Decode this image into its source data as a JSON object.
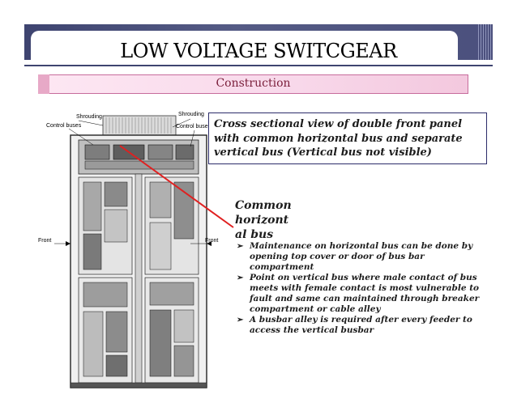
{
  "title": "LOW VOLTAGE SWITCGEAR",
  "subtitle": "Construction",
  "description": "Cross sectional view of double front panel with common horizontal bus and separate vertical bus (Vertical bus not visible)",
  "bus_heading": {
    "line1": "Common",
    "line2": "horizont",
    "line3": "al bus"
  },
  "bullets": [
    "Maintenance on horizontal bus can be done by opening top cover or door of bus bar compartment",
    "Point on vertical bus where male contact of bus meets with female contact is most vulnerable to fault and same can maintained through breaker compartment or cable alley",
    "A busbar alley is required after every feeder to access the vertical busbar"
  ],
  "bullet_marker": "➢",
  "drawing_labels": {
    "shrouding_left": "Shrouding",
    "control_buses_left": "Control buses",
    "shrouding_right": "Shrouding",
    "control_buses_right": "Control buses",
    "front_left": "Front",
    "front_right": "Front"
  },
  "colors": {
    "title_bar": "#3e4470",
    "subtitle_border": "#c76c9c",
    "subtitle_text": "#7a1e3a",
    "pointer_line": "#e02020",
    "desc_border": "#2c2c6a"
  }
}
